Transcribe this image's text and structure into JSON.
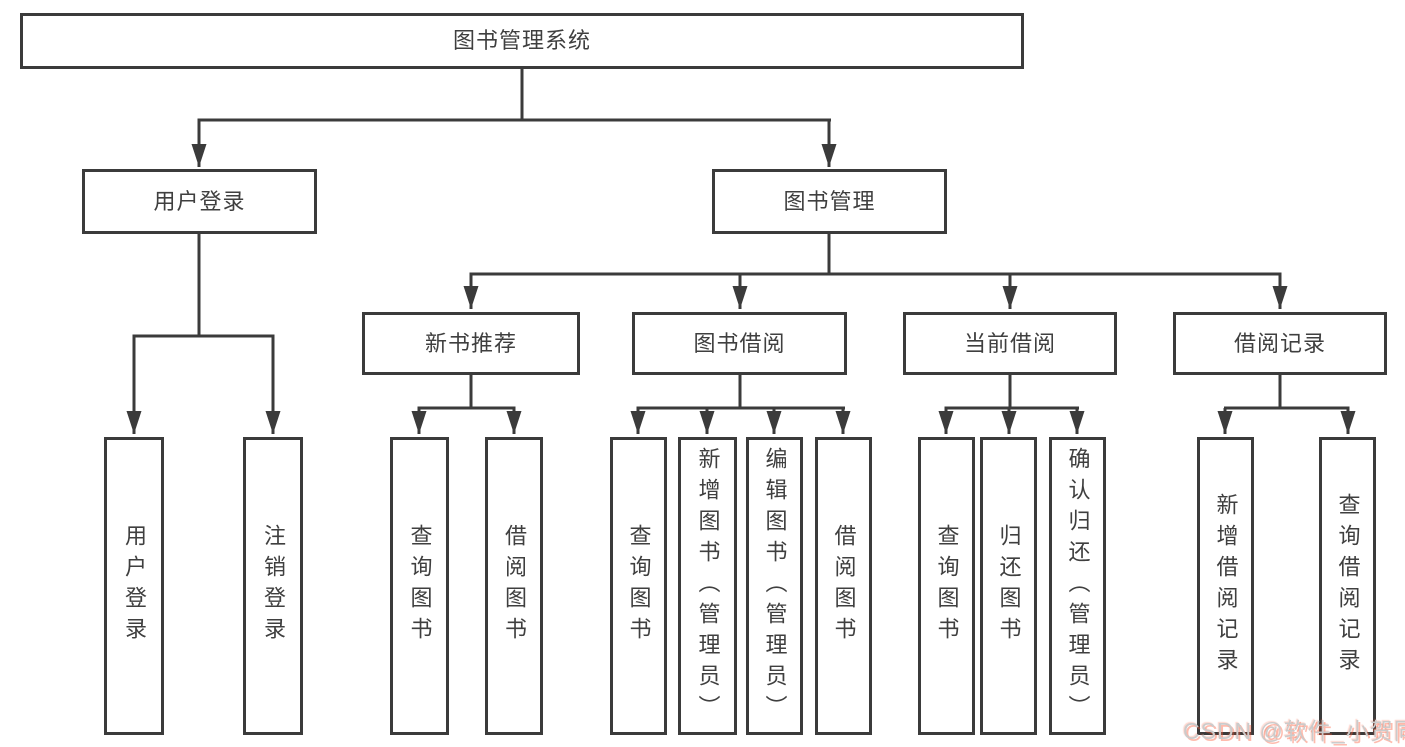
{
  "diagram": {
    "watermark": "CSDN @软件_小贺同学",
    "line_color": "#3b3b3b",
    "text_color": "#3f3f3f",
    "background_color": "#ffffff"
  },
  "nodes": {
    "root": {
      "label": "图书管理系统"
    },
    "user_login": {
      "label": "用户登录"
    },
    "book_mgmt": {
      "label": "图书管理"
    },
    "new_book_rec": {
      "label": "新书推荐"
    },
    "book_borrow": {
      "label": "图书借阅"
    },
    "current_borrow": {
      "label": "当前借阅"
    },
    "borrow_record": {
      "label": "借阅记录"
    },
    "login": {
      "label": "用户登录"
    },
    "logout": {
      "label": "注销登录"
    },
    "rec_query": {
      "label": "查询图书"
    },
    "rec_borrow": {
      "label": "借阅图书"
    },
    "bb_query": {
      "label": "查询图书"
    },
    "bb_add": {
      "label": "新增图书（管理员）"
    },
    "bb_edit": {
      "label": "编辑图书（管理员）"
    },
    "bb_borrow": {
      "label": "借阅图书"
    },
    "cb_query": {
      "label": "查询图书"
    },
    "cb_return": {
      "label": "归还图书"
    },
    "cb_confirm": {
      "label": "确认归还（管理员）"
    },
    "br_add": {
      "label": "新增借阅记录"
    },
    "br_query": {
      "label": "查询借阅记录"
    }
  }
}
